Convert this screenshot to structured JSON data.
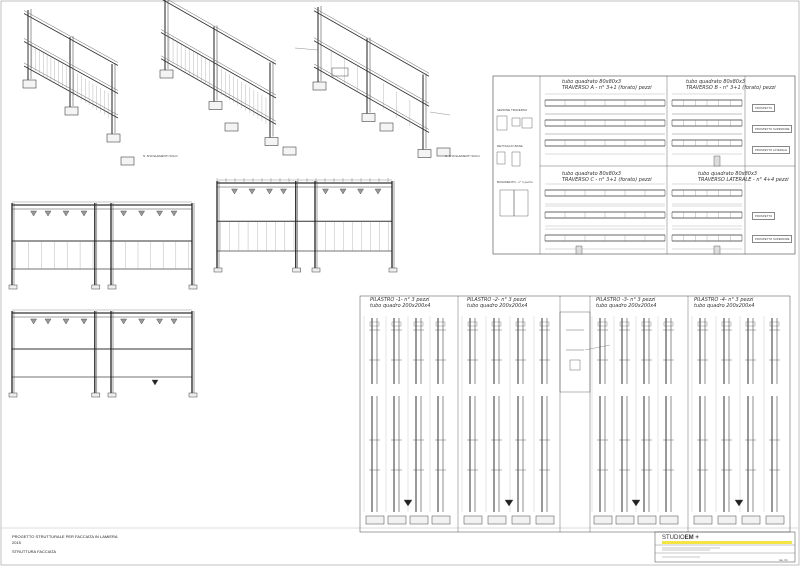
{
  "title_block": {
    "project": "PROGETTO STRUTTURALE PER FACCIATA IN LAMIERA",
    "year": "2015",
    "subject": "STRUTTURA FACCIATA",
    "studio_prefix": "STUDIO",
    "studio_name": "EM +",
    "page": "tav. 01"
  },
  "beam_panels": {
    "top_left": [
      "tubo quadrato 80x80x3",
      "TRAVERSO A - n° 3+1 (forato) pezzi"
    ],
    "top_right": [
      "tubo quadrato 80x80x3",
      "TRAVERSO B - n° 3+1 (forato) pezzi"
    ],
    "bottom_left": [
      "tubo quadrato 80x80x3",
      "TRAVERSO C - n° 3+1 (forato) pezzi"
    ],
    "bottom_right": [
      "tubo quadrato 80x80x3",
      "TRAVERSO LATERALE - n° 4+4 pezzi"
    ]
  },
  "beam_tags": [
    "PROSPETTO",
    "PROSPETTO SUPERIORE",
    "PROSPETTO LATERALE",
    "PROSPETTO"
  ],
  "pillars": [
    {
      "label": "PILASTRO -1- n° 3 pezzi",
      "profile": "tubo quadro 200x200x4"
    },
    {
      "label": "PILASTRO -2- n° 3 pezzi",
      "profile": "tubo quadro 200x200x4"
    },
    {
      "label": "PILASTRO -3- n° 3 pezzi",
      "profile": "tubo quadro 200x200x4"
    },
    {
      "label": "PILASTRO -4- n° 3 pezzi",
      "profile": "tubo quadro 200x200x4"
    }
  ],
  "side_details": [
    "SEZIONE TRAVERSO",
    "DETTAGLIO BASE",
    "BASAMENTO - n° 1 pezzo"
  ],
  "iso_notes": [
    "N. 8/10 ELEMENTI SOLO"
  ]
}
